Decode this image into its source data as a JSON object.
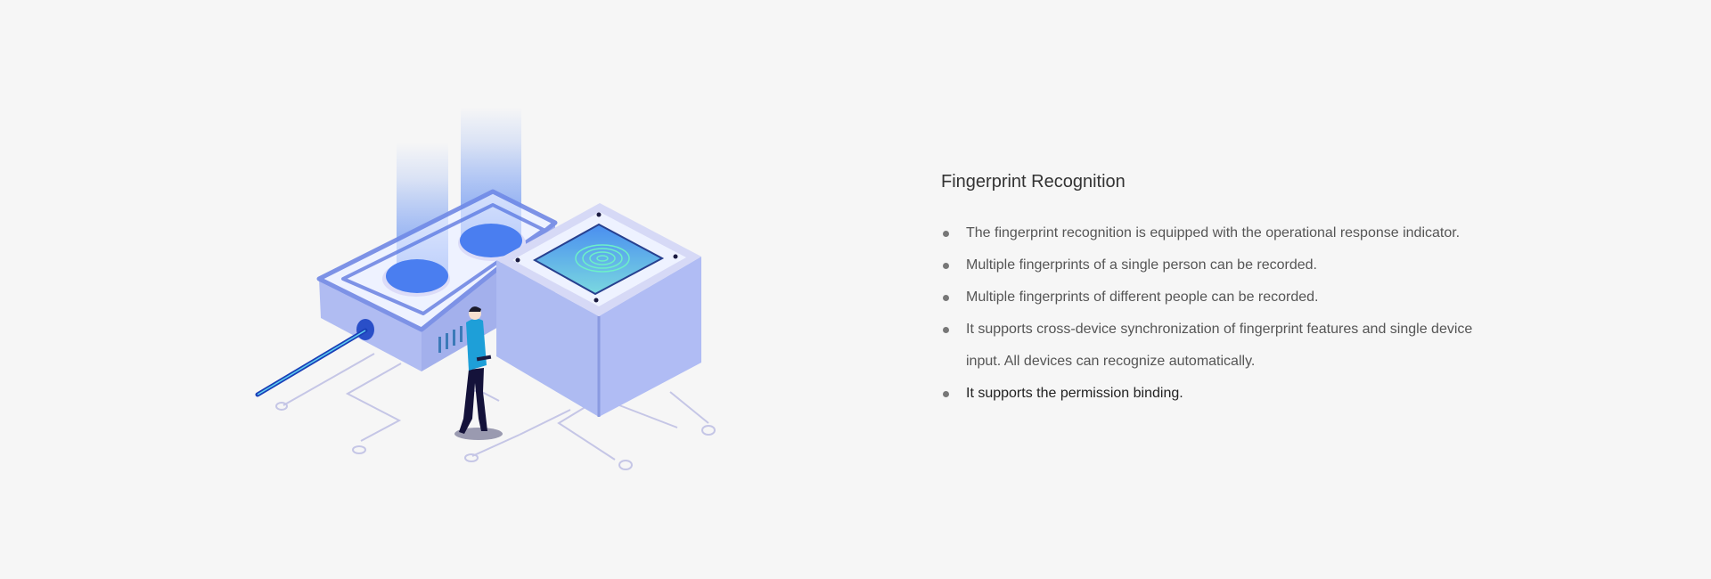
{
  "section": {
    "title": "Fingerprint Recognition",
    "features": [
      "The fingerprint recognition is equipped with the operational response indicator.",
      "Multiple fingerprints of a single person can be recorded.",
      "Multiple fingerprints of different people can be recorded.",
      "It supports cross-device synchronization of fingerprint features and single device input. All devices can recognize automatically.",
      "It supports the permission binding."
    ]
  },
  "illustration": {
    "icon": "fingerprint-device-illustration",
    "colors": {
      "device": "#b0bcf2",
      "accent": "#4a7ef0",
      "screen": "#6fc6e8",
      "person_shirt": "#1e9fd8",
      "circuit": "#c5c6e6"
    }
  }
}
